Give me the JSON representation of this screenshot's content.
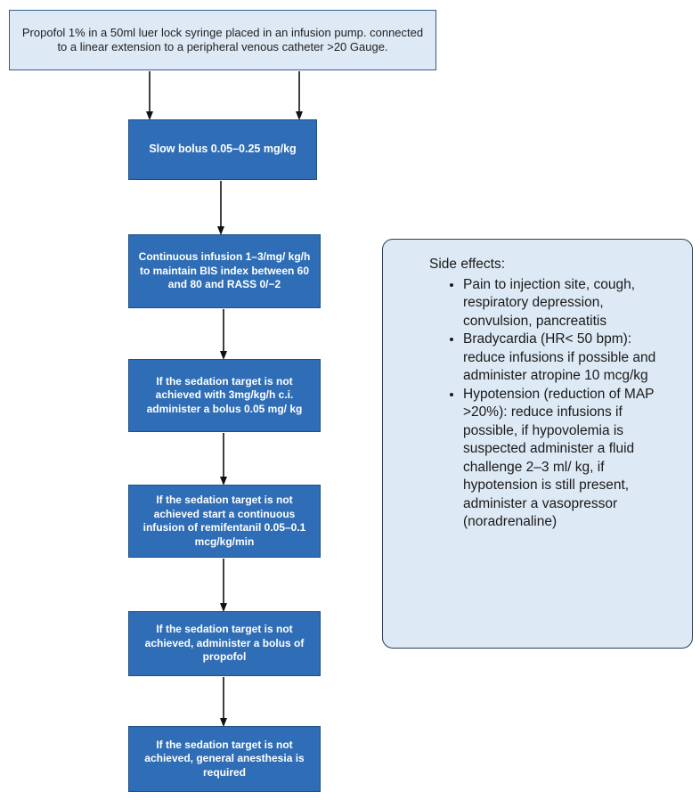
{
  "start_box": {
    "text": "Propofol 1% in a 50ml luer lock syringe placed in an infusion pump. connected to a linear extension to a peripheral venous catheter >20 Gauge."
  },
  "steps": [
    {
      "text": "Slow bolus 0.05–0.25 mg/kg"
    },
    {
      "text": "Continuous infusion 1–3/mg/ kg/h to maintain BIS index between 60 and 80 and RASS 0/−2"
    },
    {
      "text": "If the sedation target is not achieved with 3mg/kg/h c.i. administer a bolus 0.05 mg/ kg"
    },
    {
      "text": "If the sedation target is not achieved start a continuous infusion of remifentanil 0.05–0.1 mcg/kg/min"
    },
    {
      "text": "If the sedation target is not achieved, administer a bolus of propofol"
    },
    {
      "text": "If the sedation target is not achieved, general anesthesia is required"
    }
  ],
  "side_effects": {
    "title": "Side effects:",
    "items": [
      "Pain to injection site, cough, respiratory depression, convulsion, pancreatitis",
      "Bradycardia (HR< 50 bpm): reduce infusions if possible and administer atropine 10 mcg/kg",
      "Hypotension (reduction of MAP >20%): reduce infusions if possible, if hypovolemia is suspected administer a fluid challenge 2–3 ml/ kg, if hypotension is still present, administer a vasopressor (noradrenaline)"
    ]
  },
  "colors": {
    "step_fill": "#2f6eb6",
    "step_border": "#1f4f86",
    "light_fill": "#dde9f5",
    "arrow": "#111111"
  }
}
